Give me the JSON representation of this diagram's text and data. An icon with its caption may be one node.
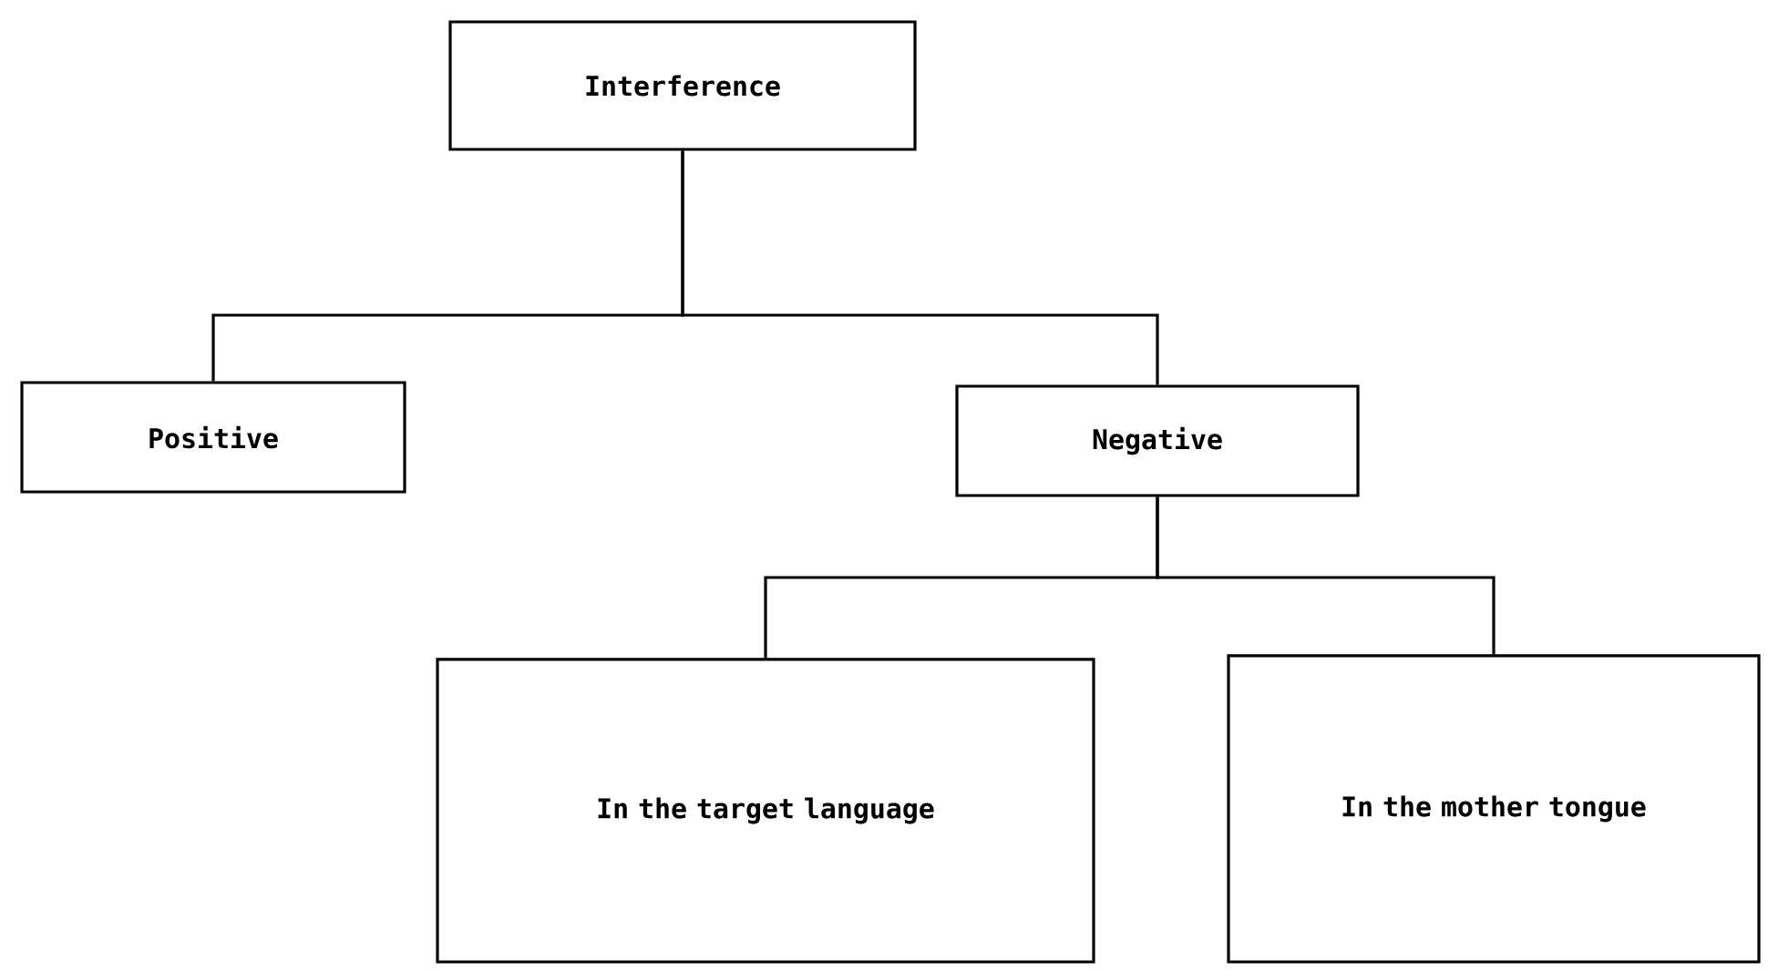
{
  "diagram": {
    "nodes": [
      {
        "text": [
          "Interference"
        ]
      },
      {
        "text": [
          "Positive"
        ]
      },
      {
        "text": [
          "Negative"
        ]
      },
      {
        "text": [
          "In the target language"
        ]
      },
      {
        "text": [
          "In the mother tongue"
        ]
      }
    ],
    "edges": [
      {
        "from": 0,
        "to": 1,
        "arrow": "none"
      },
      {
        "from": 0,
        "to": 2,
        "arrow": "none"
      },
      {
        "from": 2,
        "to": 3,
        "arrow": "none"
      },
      {
        "from": 2,
        "to": 4,
        "arrow": "none"
      }
    ]
  }
}
